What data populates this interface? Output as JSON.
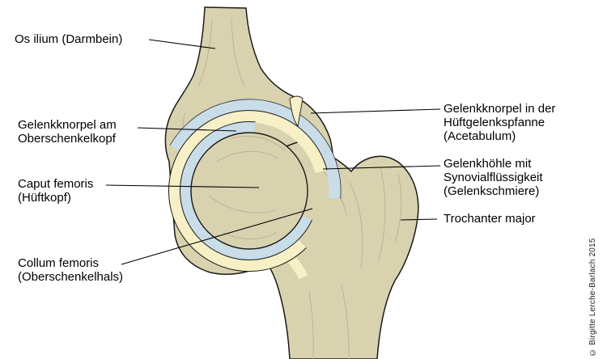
{
  "figure": {
    "labels": {
      "os_ilium": "Os ilium (Darmbein)",
      "gelenkknorpel_kopf": "Gelenkknorpel am\nOberschenkelkopf",
      "caput": "Caput femoris\n(Hüftkopf)",
      "collum": "Collum femoris\n(Oberschenkelhals)",
      "gelenkknorpel_pfanne": "Gelenkknorpel in der\nHüftgelenkspfanne\n(Acetabulum)",
      "gelenkhoehle": "Gelenkhöhle mit\nSynovialflüssigkeit\n(Gelenkschmiere)",
      "trochanter": "Trochanter major"
    },
    "credit": "© Birgitte Lerche-Barlach 2015",
    "colors": {
      "bone": "#d9d2af",
      "cartilage": "#c9dde9",
      "synovial": "#f7efc5",
      "outline": "#1a1a1a"
    }
  }
}
